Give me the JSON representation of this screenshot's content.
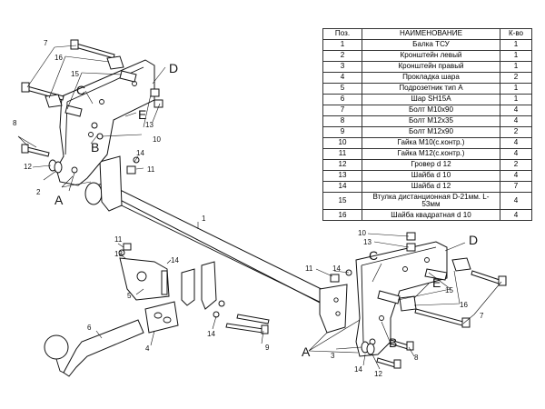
{
  "table": {
    "headers": {
      "pos": "Поз.",
      "name": "НАИМЕНОВАНИЕ",
      "qty": "К-во"
    },
    "rows": [
      {
        "pos": "1",
        "name": "Балка ТСУ",
        "qty": "1"
      },
      {
        "pos": "2",
        "name": "Кронштейн левый",
        "qty": "1"
      },
      {
        "pos": "3",
        "name": "Кронштейн правый",
        "qty": "1"
      },
      {
        "pos": "4",
        "name": "Прокладка шара",
        "qty": "2"
      },
      {
        "pos": "5",
        "name": "Подрозетник тип А",
        "qty": "1"
      },
      {
        "pos": "6",
        "name": "Шар SH15A",
        "qty": "1"
      },
      {
        "pos": "7",
        "name": "Болт М10х90",
        "qty": "4"
      },
      {
        "pos": "8",
        "name": "Болт М12х35",
        "qty": "4"
      },
      {
        "pos": "9",
        "name": "Болт М12х90",
        "qty": "2"
      },
      {
        "pos": "10",
        "name": "Гайка М10(с.контр.)",
        "qty": "4"
      },
      {
        "pos": "11",
        "name": "Гайка М12(с.контр.)",
        "qty": "4"
      },
      {
        "pos": "12",
        "name": "Гровер d 12",
        "qty": "2"
      },
      {
        "pos": "13",
        "name": "Шайба d 10",
        "qty": "4"
      },
      {
        "pos": "14",
        "name": "Шайба d 12",
        "qty": "7"
      },
      {
        "pos": "15",
        "name": "Втулка дистанционная D-21мм. L-53мм",
        "qty": "4"
      },
      {
        "pos": "16",
        "name": "Шайба квадратная d 10",
        "qty": "4"
      }
    ]
  },
  "callouts": {
    "n1": "1",
    "n2": "2",
    "n3": "3",
    "n4": "4",
    "n5": "5",
    "n6": "6",
    "n7": "7",
    "n8": "8",
    "n9": "9",
    "n10": "10",
    "n11": "11",
    "n12": "12",
    "n13": "13",
    "n14": "14",
    "n15": "15",
    "n16": "16",
    "A": "A",
    "B": "B",
    "C": "C",
    "D": "D",
    "E": "E"
  }
}
